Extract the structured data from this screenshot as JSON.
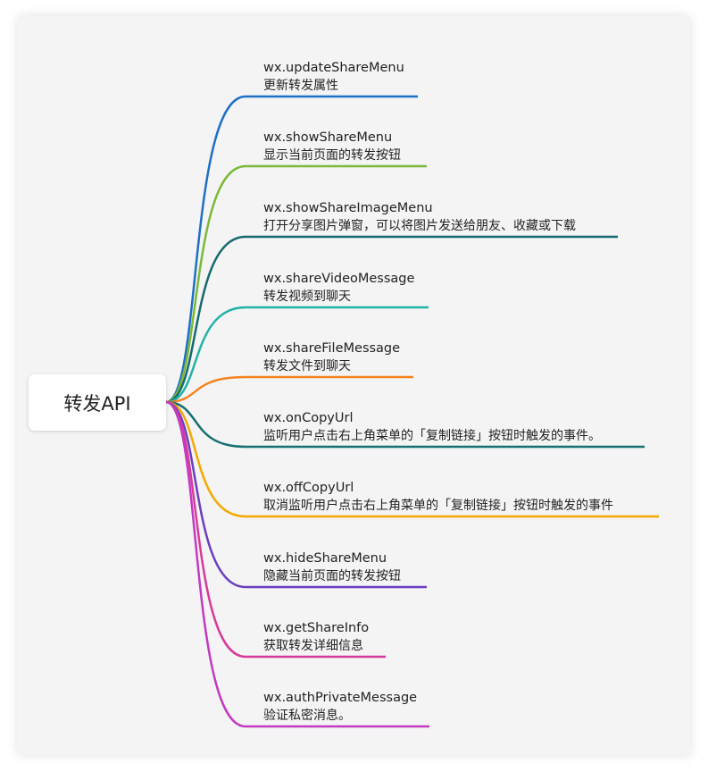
{
  "root": {
    "label": "转发API"
  },
  "branches": [
    {
      "title": "wx.updateShareMenu",
      "desc": "更新转发属性",
      "color": "#1f6fc5"
    },
    {
      "title": "wx.showShareMenu",
      "desc": "显示当前页面的转发按钮",
      "color": "#7cb83a"
    },
    {
      "title": "wx.showShareImageMenu",
      "desc": "打开分享图片弹窗，可以将图片发送给朋友、收藏或下载",
      "color": "#166a6e"
    },
    {
      "title": "wx.shareVideoMessage",
      "desc": "转发视频到聊天",
      "color": "#22b3a6"
    },
    {
      "title": "wx.shareFileMessage",
      "desc": "转发文件到聊天",
      "color": "#f5821f"
    },
    {
      "title": "wx.onCopyUrl",
      "desc": "监听用户点击右上角菜单的「复制链接」按钮时触发的事件。",
      "color": "#177070"
    },
    {
      "title": "wx.offCopyUrl",
      "desc": "取消监听用户点击右上角菜单的「复制链接」按钮时触发的事件",
      "color": "#f5a800"
    },
    {
      "title": "wx.hideShareMenu",
      "desc": "隐藏当前页面的转发按钮",
      "color": "#6a3fc0"
    },
    {
      "title": "wx.getShareInfo",
      "desc": "获取转发详细信息",
      "color": "#d63a9a"
    },
    {
      "title": "wx.authPrivateMessage",
      "desc": "验证私密消息。",
      "color": "#c23ac2"
    }
  ]
}
